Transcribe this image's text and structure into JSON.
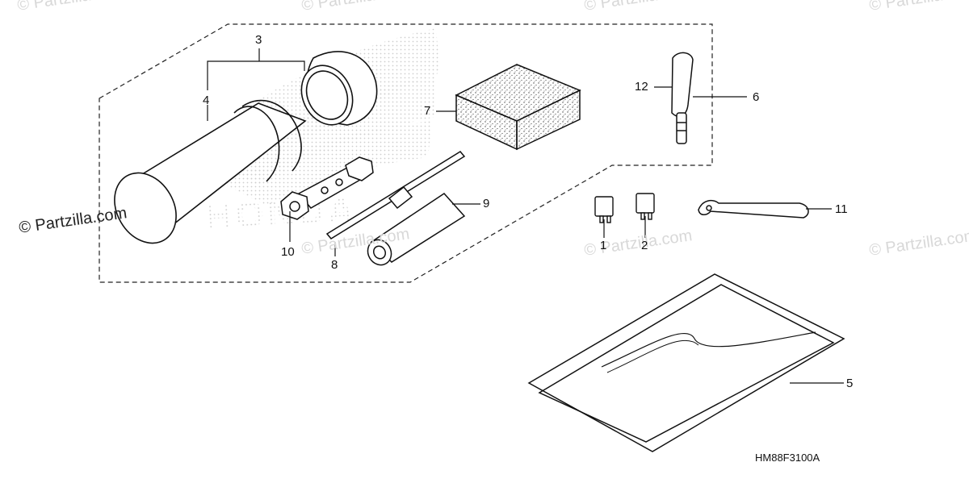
{
  "watermark": {
    "text": "© Partzilla.com",
    "partial_text": "© Partzilla.com"
  },
  "copyright": "© Partzilla.com",
  "brand_bg_text": "HONDA",
  "diagram_code": "HM88F3100A",
  "callouts": {
    "c1": "1",
    "c2": "2",
    "c3": "3",
    "c4": "4",
    "c5": "5",
    "c6": "6",
    "c7": "7",
    "c8": "8",
    "c9": "9",
    "c10": "10",
    "c11": "11",
    "c12": "12"
  }
}
